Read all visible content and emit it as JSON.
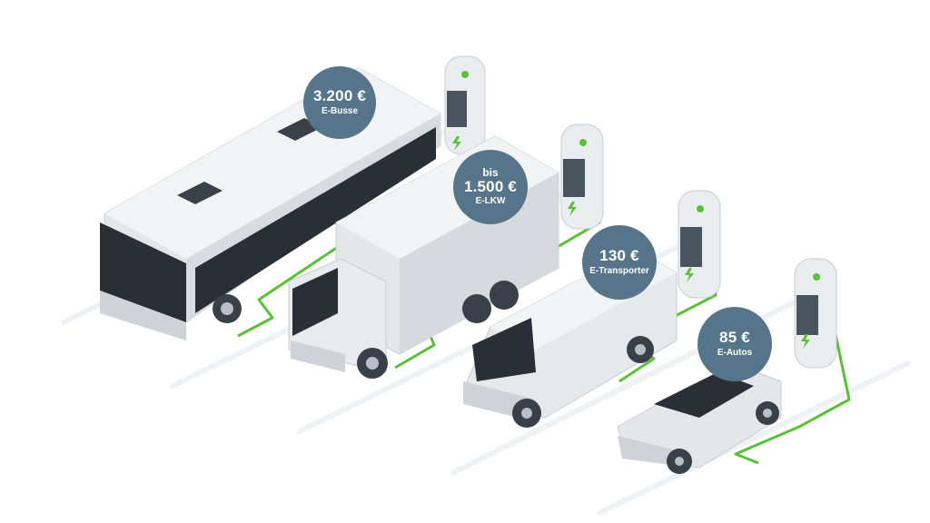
{
  "colors": {
    "badge": "#56758a",
    "cable": "#5cbf3a",
    "vehicle_body": "#e4e6e9",
    "vehicle_shadow": "#c7ccd2",
    "glass": "#2a2f35",
    "ground_line": "#eef1f5"
  },
  "badges": [
    {
      "id": "busse",
      "prefix": "",
      "price": "3.200 €",
      "label": "E-Busse"
    },
    {
      "id": "lkw",
      "prefix": "bis",
      "price": "1.500 €",
      "label": "E-LKW"
    },
    {
      "id": "transporter",
      "prefix": "",
      "price": "130 €",
      "label": "E-Transporter"
    },
    {
      "id": "autos",
      "prefix": "",
      "price": "85 €",
      "label": "E-Autos"
    }
  ],
  "icons": [
    "charging-station-icon",
    "lightning-icon",
    "bus-icon",
    "truck-icon",
    "van-icon",
    "car-icon"
  ]
}
